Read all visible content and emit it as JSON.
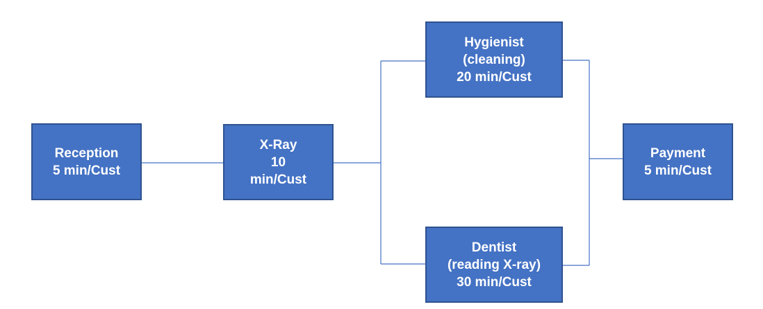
{
  "diagram": {
    "nodes": {
      "reception": {
        "lines": [
          "Reception",
          "5 min/Cust"
        ]
      },
      "xray": {
        "lines": [
          "X-Ray",
          "10",
          "min/Cust"
        ]
      },
      "hygienist": {
        "lines": [
          "Hygienist",
          "(cleaning)",
          "20 min/Cust"
        ]
      },
      "dentist": {
        "lines": [
          "Dentist",
          "(reading X-ray)",
          "30 min/Cust"
        ]
      },
      "payment": {
        "lines": [
          "Payment",
          "5 min/Cust"
        ]
      }
    },
    "colors": {
      "box_fill": "#4472c4",
      "box_border": "#2f528f",
      "connector": "#4472c4",
      "text": "#ffffff"
    }
  }
}
